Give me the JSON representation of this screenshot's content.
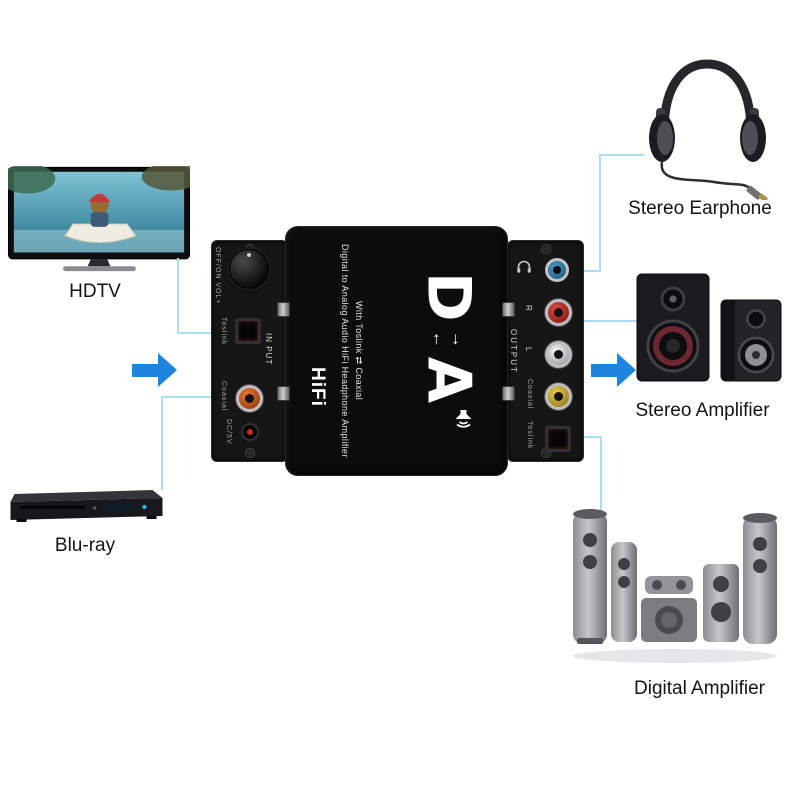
{
  "sources": {
    "hdtv": {
      "label": "HDTV"
    },
    "bluray": {
      "label": "Blu-ray"
    }
  },
  "sinks": {
    "earphone": {
      "label": "Stereo Earphone"
    },
    "stereo_amplifier": {
      "label": "Stereo Amplifier"
    },
    "digital_amplifier": {
      "label": "Digital Amplifier"
    }
  },
  "device": {
    "logo": {
      "d": "D",
      "a": "A",
      "arrow_right": "→",
      "arrow_left": "←"
    },
    "brand": "HiFi",
    "desc_line1": "Digital to Analog Audio HiFi Headphone Amplifier",
    "desc_line2": "With Toslink ⇄ Coaxial",
    "input_panel": {
      "power": "OFF/ON  VOL+",
      "toslink": "Toslink",
      "io": "IN PUT",
      "coaxial": "Coaxial",
      "dc": "DC/5V"
    },
    "output_panel": {
      "io": "OUTPUT",
      "r": "R",
      "l": "L",
      "coaxial": "Coaxial",
      "toslink": "Toslink"
    }
  },
  "colors": {
    "flow_arrow_blue": "#1d86dc",
    "wire_blue": "#aedcf0",
    "rca_red": "#c4342c",
    "rca_white": "#e9e9e9",
    "rca_yellow": "#ddb93c",
    "rca_orange_input": "#d96a22",
    "headphone_jack_blue": "#3b8fc0"
  }
}
